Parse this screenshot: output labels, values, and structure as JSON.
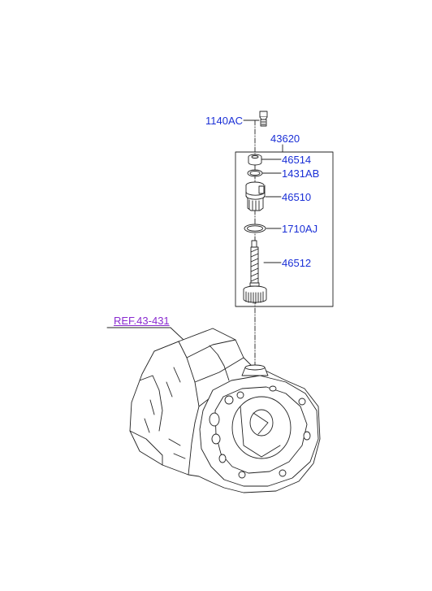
{
  "colors": {
    "part_label": "#1a2fd6",
    "reference_label": "#8a2bd0",
    "line": "#222222"
  },
  "labels": {
    "bolt": "1140AC",
    "assembly": "43620",
    "bushing": "46514",
    "oring_top": "1431AB",
    "sleeve": "46510",
    "oring_bottom": "1710AJ",
    "driven_gear": "46512"
  },
  "reference": {
    "transaxle_case": "REF.43-431"
  }
}
